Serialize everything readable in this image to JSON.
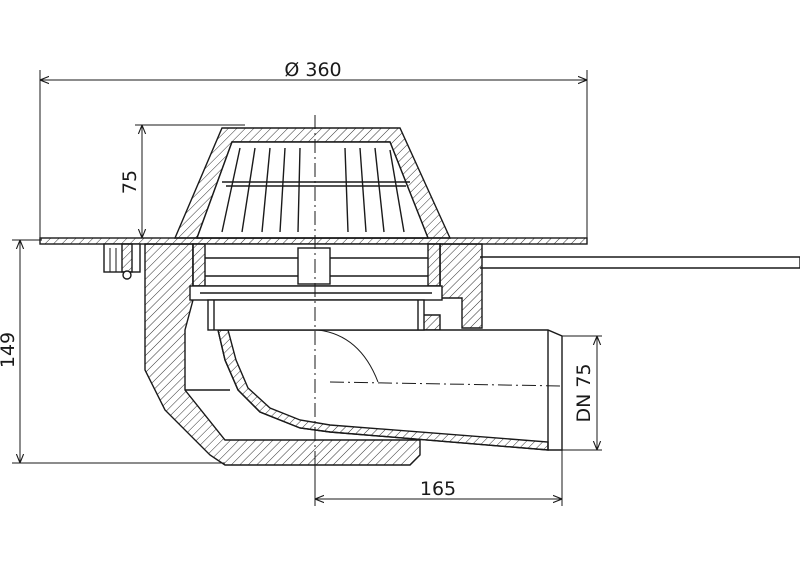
{
  "dimensions": {
    "diameter": "Ø 360",
    "height_top": "75",
    "height_total": "149",
    "outlet_length": "165",
    "outlet_dn": "DN 75"
  },
  "colors": {
    "line": "#1a1a1a",
    "background": "#ffffff"
  }
}
